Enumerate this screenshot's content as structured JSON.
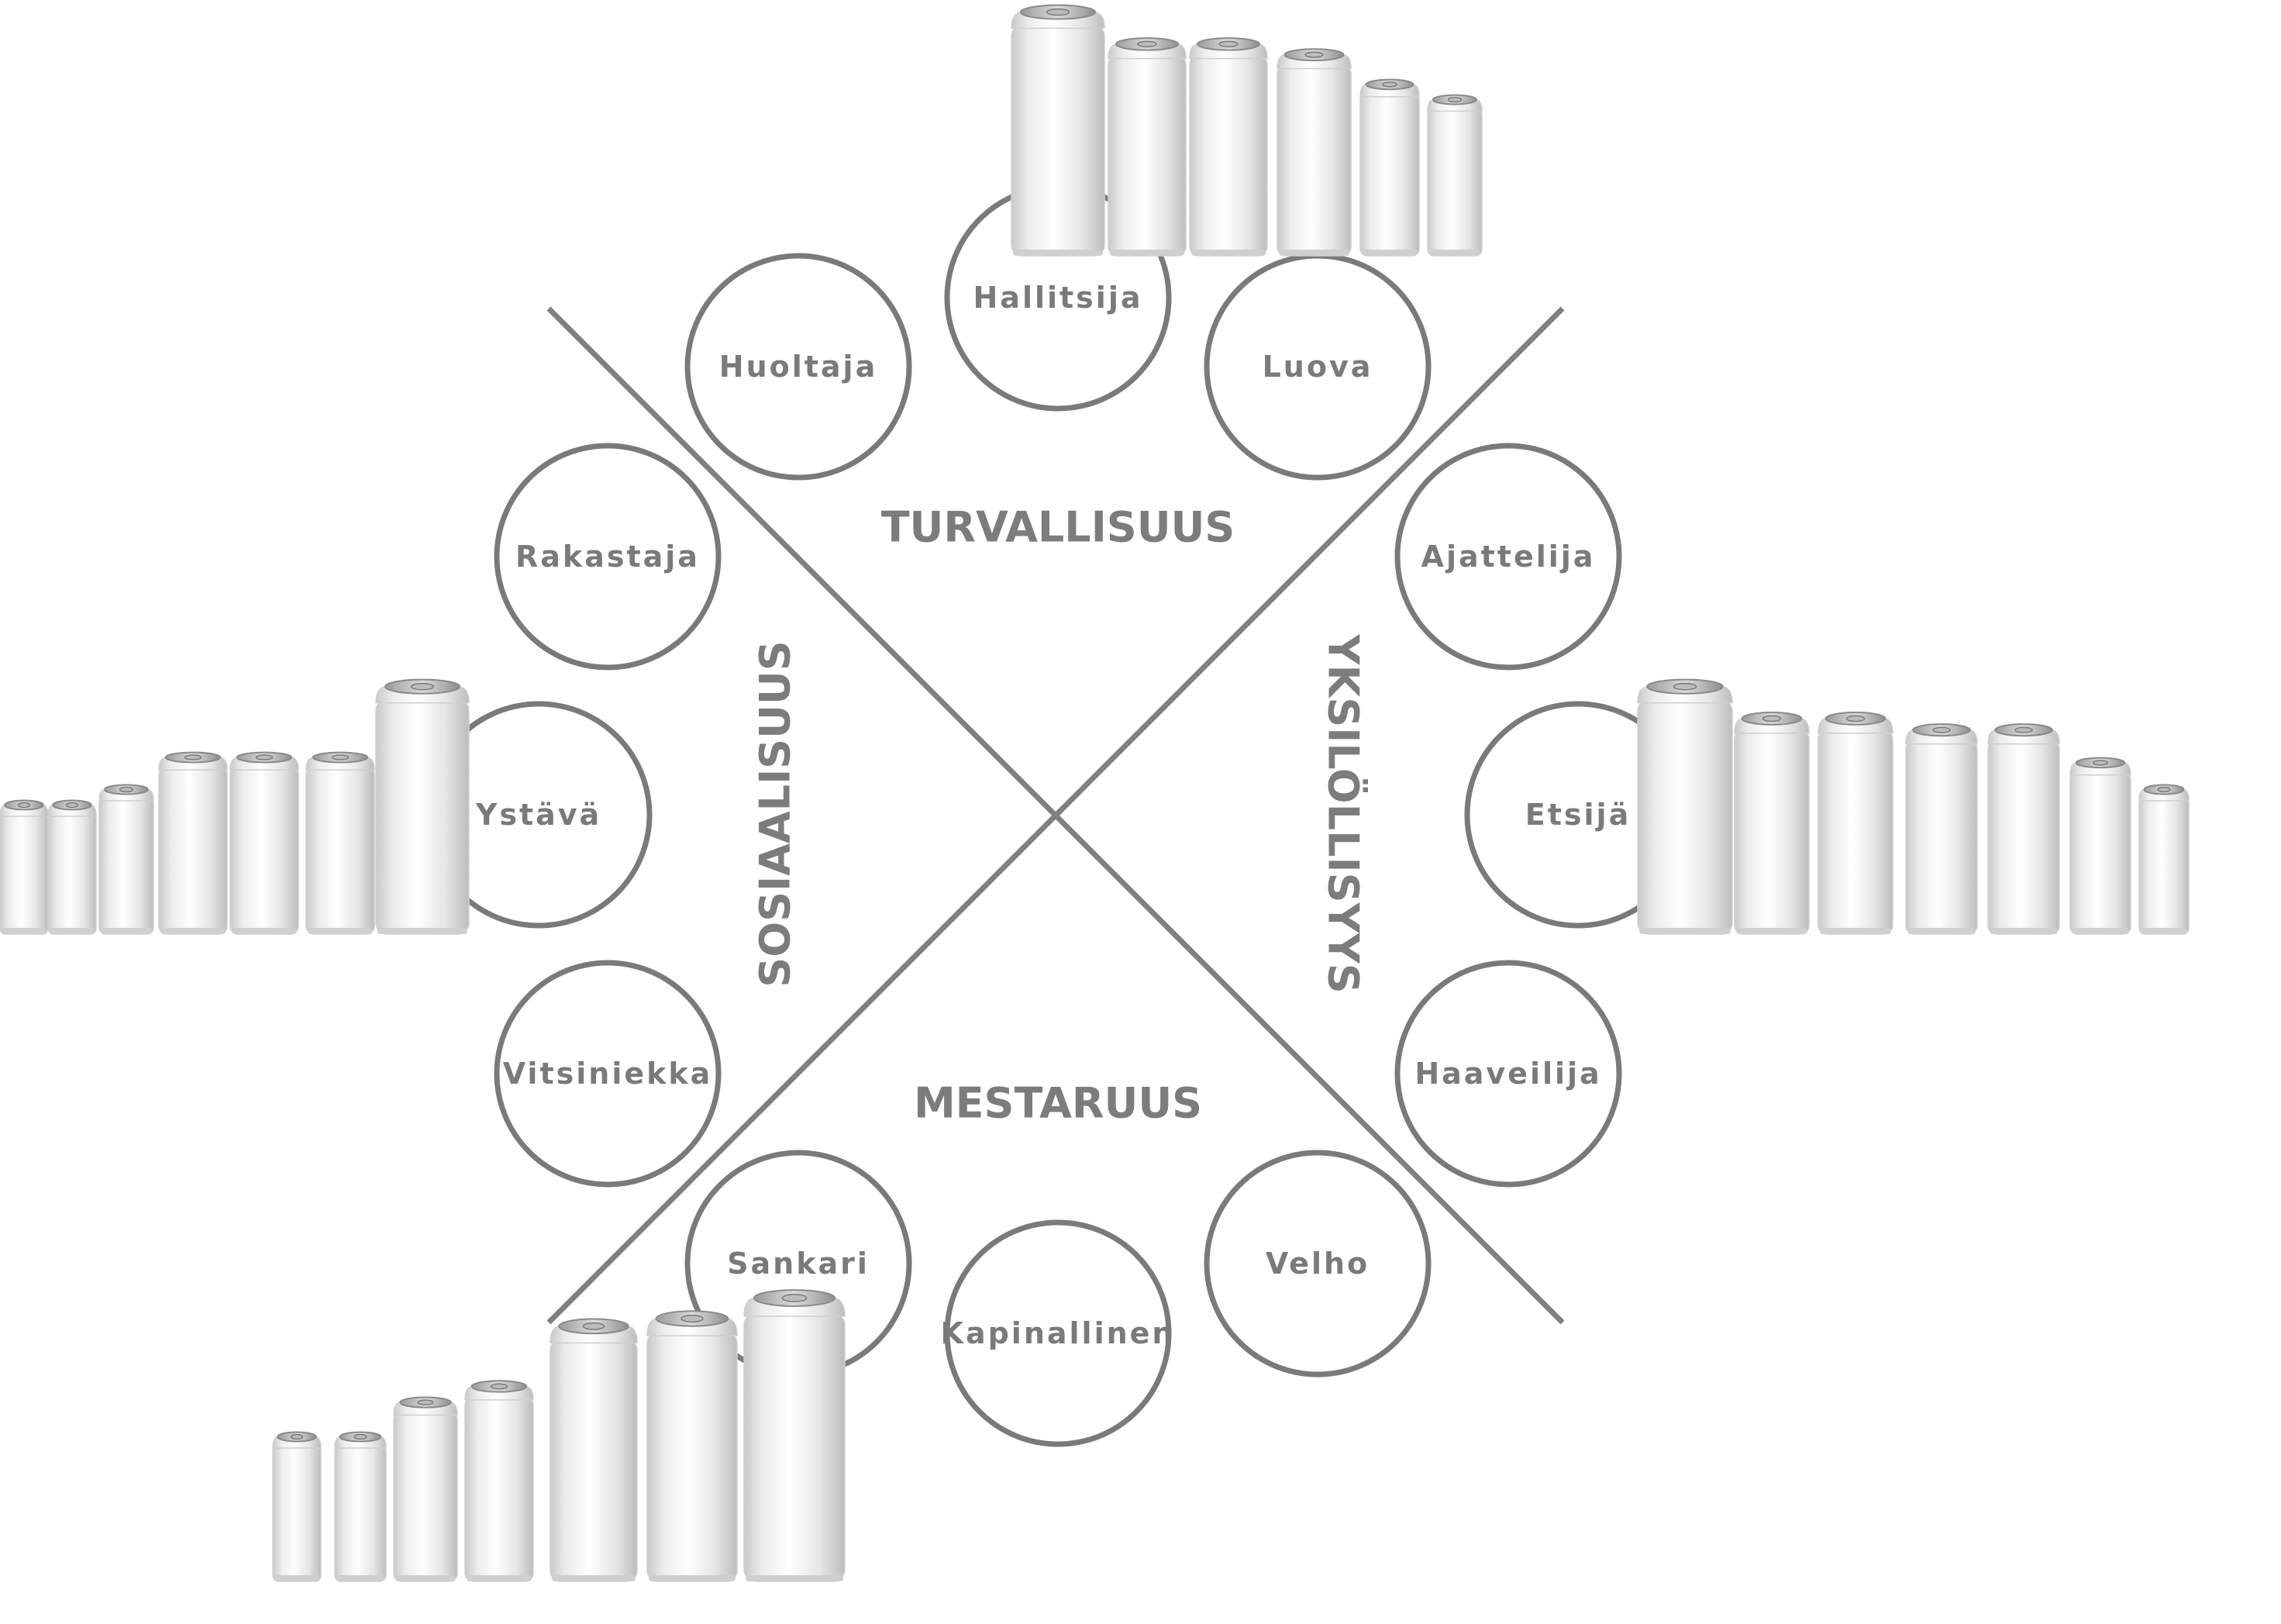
{
  "quadrants": {
    "top": "TURVALLISUUS",
    "left": "SOSIAALISUUS",
    "right": "YKSILÖLLISYYS",
    "bottom": "MESTARUUS"
  },
  "archetypes": [
    "Hallitsija",
    "Luova",
    "Ajattelija",
    "Etsijä",
    "Haaveilija",
    "Velho",
    "Kapinallinen",
    "Sankari",
    "Vitsiniekka",
    "Ystävä",
    "Rakastaja",
    "Huoltaja"
  ],
  "can_groups": [
    {
      "position": "top",
      "count": 6
    },
    {
      "position": "left",
      "count": 7
    },
    {
      "position": "right",
      "count": 7
    },
    {
      "position": "bottom",
      "count": 7
    }
  ],
  "colors": {
    "line": "#808080",
    "circle_stroke": "#7a7a7a",
    "label": "#7a7a7a",
    "can_body": "#eeeeee"
  }
}
